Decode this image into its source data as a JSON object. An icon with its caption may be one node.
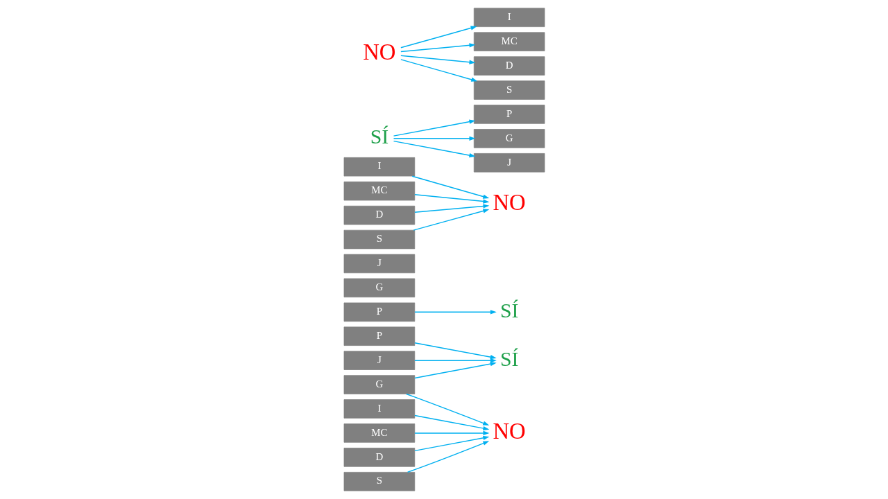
{
  "diagram": {
    "nodes": [
      {
        "text": [
          "P"
        ]
      },
      {
        "text": [
          "G"
        ]
      },
      {
        "text": [
          "J"
        ]
      },
      {
        "text": [
          "I"
        ]
      },
      {
        "text": [
          "MC"
        ]
      },
      {
        "text": [
          "D"
        ]
      },
      {
        "text": [
          "S"
        ]
      },
      {
        "text": [
          "SÍ"
        ]
      },
      {
        "text": [
          "NO"
        ]
      },
      {
        "text": [
          "P"
        ]
      },
      {
        "text": [
          "G"
        ]
      },
      {
        "text": [
          "J"
        ]
      },
      {
        "text": [
          "I"
        ]
      },
      {
        "text": [
          "MC"
        ]
      },
      {
        "text": [
          "D"
        ]
      },
      {
        "text": [
          "S"
        ]
      },
      {
        "text": [
          "SÍ"
        ]
      },
      {
        "text": [
          "NO"
        ]
      },
      {
        "text": [
          "P"
        ]
      },
      {
        "text": [
          "G"
        ]
      },
      {
        "text": [
          "J"
        ]
      },
      {
        "text": [
          "I"
        ]
      },
      {
        "text": [
          "MC"
        ]
      },
      {
        "text": [
          "D"
        ]
      },
      {
        "text": [
          "S"
        ]
      },
      {
        "text": [
          "SÍ"
        ]
      },
      {
        "text": [
          "NO"
        ]
      }
    ],
    "edges": [
      {
        "from": 0,
        "to": 7,
        "arrow": "to"
      },
      {
        "from": 1,
        "to": 7,
        "arrow": "to"
      },
      {
        "from": 1,
        "to": 8,
        "arrow": "to"
      },
      {
        "from": 2,
        "to": 7,
        "arrow": "to"
      },
      {
        "from": 3,
        "to": 8,
        "arrow": "to"
      },
      {
        "from": 4,
        "to": 8,
        "arrow": "to"
      },
      {
        "from": 5,
        "to": 8,
        "arrow": "to"
      },
      {
        "from": 6,
        "to": 8,
        "arrow": "to"
      },
      {
        "from": 9,
        "to": 16,
        "arrow": "to"
      },
      {
        "from": 12,
        "to": 17,
        "arrow": "to"
      },
      {
        "from": 13,
        "to": 17,
        "arrow": "to"
      },
      {
        "from": 14,
        "to": 17,
        "arrow": "to"
      },
      {
        "from": 15,
        "to": 17,
        "arrow": "to"
      },
      {
        "from": 25,
        "to": 18,
        "arrow": "to"
      },
      {
        "from": 25,
        "to": 19,
        "arrow": "to"
      },
      {
        "from": 25,
        "to": 20,
        "arrow": "to"
      },
      {
        "from": 26,
        "to": 21,
        "arrow": "to"
      },
      {
        "from": 26,
        "to": 22,
        "arrow": "to"
      },
      {
        "from": 26,
        "to": 23,
        "arrow": "to"
      },
      {
        "from": 26,
        "to": 24,
        "arrow": "to"
      }
    ]
  }
}
